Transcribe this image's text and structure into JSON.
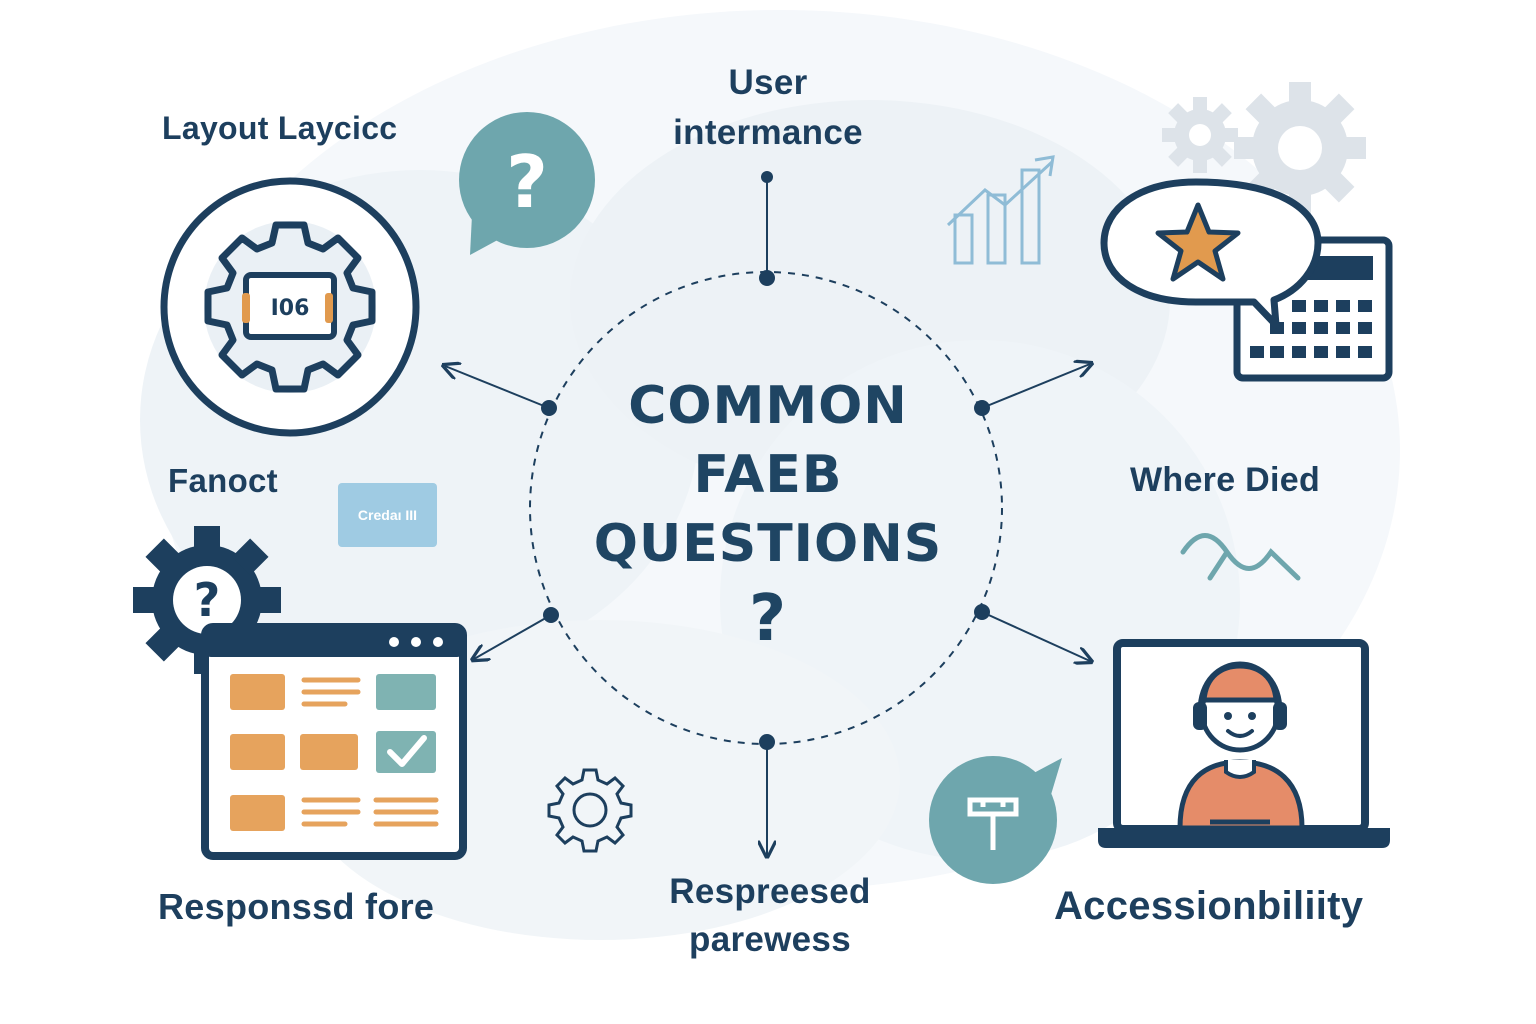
{
  "center": {
    "line1": "COMMON",
    "line2": "FAEB",
    "line3": "QUESTIONS",
    "mark": "?"
  },
  "labels": {
    "top": {
      "line1": "User",
      "line2": "intermance"
    },
    "top_left": "Layout Laycicc",
    "mid_left": "Fanoct",
    "bottom_left": "Responssd fore",
    "bottom": {
      "line1": "Respreesed",
      "line2": "parewess"
    },
    "mid_right": "Where Died",
    "bottom_right": "Accessionbiliity"
  },
  "chip_text": "Credaı III",
  "gear_badge_text": "I06",
  "bubble_marks": {
    "top_bubble": "?",
    "gear_badge": "?"
  },
  "colors": {
    "navy": "#1d3f5e",
    "teal": "#6ea6ad",
    "orange": "#e19a4e",
    "light_blue": "#9fcbe3",
    "pale_gray": "#c4ccd4",
    "skin_orange": "#e58c69"
  },
  "icons": [
    "question-bubble-icon",
    "gear-screen-icon",
    "bar-chart-up-icon",
    "gears-icon",
    "star-bubble-icon",
    "calculator-icon",
    "wave-icon",
    "gear-question-icon",
    "browser-grid-icon",
    "small-gear-icon",
    "person-headset-laptop-icon",
    "chat-bubble-icon"
  ]
}
